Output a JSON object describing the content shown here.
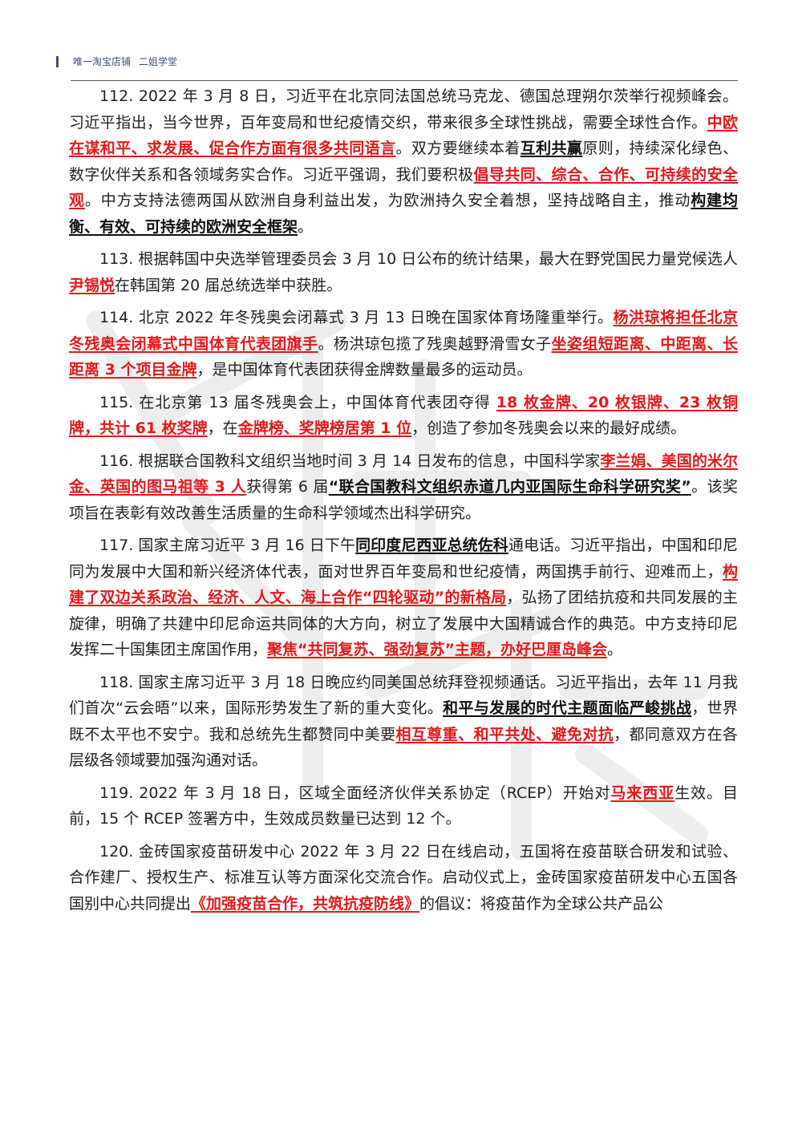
{
  "header": {
    "shop": "唯一淘宝店铺",
    "brand": "二姐学堂"
  },
  "paragraphs": [
    {
      "number": "112.",
      "segments": [
        {
          "text": " 2022 年 3 月 8 日，习近平在北京同法国总统马克龙、德国总理朔尔茨举行视频峰会。习近平指出，当今世界，百年变局和世纪疫情交织，带来很多全球性挑战，需要全球性合作。",
          "style": "plain"
        },
        {
          "text": "中欧在谋和平、求发展、促合作方面有很多共同语言",
          "style": "red"
        },
        {
          "text": "。双方要继续本着",
          "style": "plain"
        },
        {
          "text": "互利共赢",
          "style": "black"
        },
        {
          "text": "原则，持续深化绿色、数字伙伴关系和各领域务实合作。习近平强调，我们要积极",
          "style": "plain"
        },
        {
          "text": "倡导共同、综合、合作、可持续的安全观",
          "style": "red"
        },
        {
          "text": "。中方支持法德两国从欧洲自身利益出发，为欧洲持久安全着想，坚持战略自主，推动",
          "style": "plain"
        },
        {
          "text": "构建均衡、有效、可持续的欧洲安全框架",
          "style": "black"
        },
        {
          "text": "。",
          "style": "plain"
        }
      ]
    },
    {
      "number": "113.",
      "segments": [
        {
          "text": " 根据韩国中央选举管理委员会 3 月 10 日公布的统计结果，最大在野党国民力量党候选人",
          "style": "plain"
        },
        {
          "text": "尹锡悦",
          "style": "red"
        },
        {
          "text": "在韩国第 20 届总统选举中获胜。",
          "style": "plain"
        }
      ]
    },
    {
      "number": "114.",
      "segments": [
        {
          "text": " 北京 2022 年冬残奥会闭幕式 3 月 13 日晚在国家体育场隆重举行。",
          "style": "plain"
        },
        {
          "text": "杨洪琼将担任北京冬残奥会闭幕式中国体育代表团旗手",
          "style": "red"
        },
        {
          "text": "。杨洪琼包揽了残奥越野滑雪女子",
          "style": "plain"
        },
        {
          "text": "坐姿组短距离、中距离、长距离 3 个项目金牌",
          "style": "red"
        },
        {
          "text": "，是中国体育代表团获得金牌数量最多的运动员。",
          "style": "plain"
        }
      ]
    },
    {
      "number": "115.",
      "segments": [
        {
          "text": " 在北京第 13 届冬残奥会上，中国体育代表团夺得 ",
          "style": "plain"
        },
        {
          "text": "18 枚金牌、20 枚银牌、23 枚铜牌，共计 61 枚奖牌",
          "style": "red"
        },
        {
          "text": "，在",
          "style": "plain"
        },
        {
          "text": "金牌榜、奖牌榜居第 1 位",
          "style": "red"
        },
        {
          "text": "，创造了参加冬残奥会以来的最好成绩。",
          "style": "plain"
        }
      ]
    },
    {
      "number": "116.",
      "segments": [
        {
          "text": " 根据联合国教科文组织当地时间 3 月 14 日发布的信息，中国科学家",
          "style": "plain"
        },
        {
          "text": "李兰娟、美国的米尔金、英国的图马祖等 3 人",
          "style": "red"
        },
        {
          "text": "获得第 6 届",
          "style": "plain"
        },
        {
          "text": "“联合国教科文组织赤道几内亚国际生命科学研究奖”",
          "style": "black"
        },
        {
          "text": "。该奖项旨在表彰有效改善生活质量的生命科学领域杰出科学研究。",
          "style": "plain"
        }
      ]
    },
    {
      "number": "117.",
      "segments": [
        {
          "text": " 国家主席习近平 3 月 16 日下午",
          "style": "plain"
        },
        {
          "text": "同印度尼西亚总统佐科",
          "style": "black"
        },
        {
          "text": "通电话。习近平指出，中国和印尼同为发展中大国和新兴经济体代表，面对世界百年变局和世纪疫情，两国携手前行、迎难而上，",
          "style": "plain"
        },
        {
          "text": "构建了双边关系政治、经济、人文、海上合作“四轮驱动”的新格局",
          "style": "red"
        },
        {
          "text": "，弘扬了团结抗疫和共同发展的主旋律，明确了共建中印尼命运共同体的大方向，树立了发展中大国精诚合作的典范。中方支持印尼发挥二十国集团主席国作用，",
          "style": "plain"
        },
        {
          "text": "聚焦“共同复苏、强劲复苏”主题，办好巴厘岛峰会",
          "style": "red"
        },
        {
          "text": "。",
          "style": "plain"
        }
      ]
    },
    {
      "number": "118.",
      "segments": [
        {
          "text": " 国家主席习近平 3 月 18 日晚应约同美国总统拜登视频通话。习近平指出，去年 11 月我们首次“云会晤”以来，国际形势发生了新的重大变化。",
          "style": "plain"
        },
        {
          "text": "和平与发展的时代主题面临严峻挑战",
          "style": "black"
        },
        {
          "text": "，世界既不太平也不安宁。我和总统先生都赞同中美要",
          "style": "plain"
        },
        {
          "text": "相互尊重、和平共处、避免对抗",
          "style": "red"
        },
        {
          "text": "，都同意双方在各层级各领域要加强沟通对话。",
          "style": "plain"
        }
      ]
    },
    {
      "number": "119.",
      "segments": [
        {
          "text": " 2022 年 3 月 18 日，区域全面经济伙伴关系协定（RCEP）开始对",
          "style": "plain"
        },
        {
          "text": "马来西亚",
          "style": "red"
        },
        {
          "text": "生效。目前，15 个 RCEP 签署方中，生效成员数量已达到 12 个。",
          "style": "plain"
        }
      ]
    },
    {
      "number": "120.",
      "segments": [
        {
          "text": " 金砖国家疫苗研发中心 2022 年 3 月 22 日在线启动，五国将在疫苗联合研发和试验、合作建厂、授权生产、标准互认等方面深化交流合作。启动仪式上，金砖国家疫苗研发中心五国各国别中心共同提出",
          "style": "plain"
        },
        {
          "text": "《加强疫苗合作，共筑抗疫防线》",
          "style": "red"
        },
        {
          "text": "的倡议：将疫苗作为全球公共产品公",
          "style": "plain"
        }
      ]
    }
  ]
}
